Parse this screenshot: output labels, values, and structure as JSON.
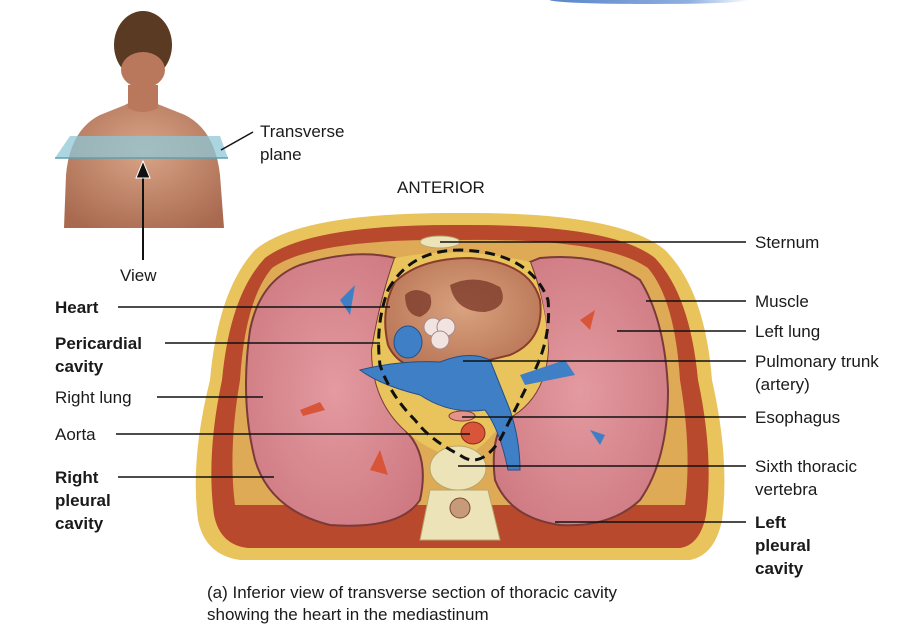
{
  "figure": {
    "orientation_label": "ANTERIOR",
    "caption": "(a) Inferior view of transverse section of thoracic cavity\n     showing the heart in the mediastinum",
    "inset": {
      "plane_label": "Transverse\nplane",
      "view_label": "View"
    },
    "labels_left": [
      {
        "id": "heart",
        "text": "Heart",
        "bold": true
      },
      {
        "id": "pericardial-cavity",
        "text": "Pericardial\ncavity",
        "bold": true
      },
      {
        "id": "right-lung",
        "text": "Right lung",
        "bold": false
      },
      {
        "id": "aorta",
        "text": "Aorta",
        "bold": false
      },
      {
        "id": "right-pleural-cavity",
        "text": "Right\npleural\ncavity",
        "bold": true
      }
    ],
    "labels_right": [
      {
        "id": "sternum",
        "text": "Sternum",
        "bold": false
      },
      {
        "id": "muscle",
        "text": "Muscle",
        "bold": false
      },
      {
        "id": "left-lung",
        "text": "Left lung",
        "bold": false
      },
      {
        "id": "pulmonary-trunk",
        "text": "Pulmonary trunk\n(artery)",
        "bold": false
      },
      {
        "id": "esophagus",
        "text": "Esophagus",
        "bold": false
      },
      {
        "id": "sixth-thoracic-vertebra",
        "text": "Sixth thoracic\nvertebra",
        "bold": false
      },
      {
        "id": "left-pleural-cavity",
        "text": "Left\npleural\ncavity",
        "bold": true
      }
    ],
    "colors": {
      "fat": "#e9c45c",
      "muscle": "#b8492c",
      "lung": "#d9868c",
      "heart": "#c98a6a",
      "vessel_blue": "#3f7fc6",
      "artery_red": "#d9553a",
      "bone": "#ece3b8",
      "plane": "#8fc7d6"
    }
  }
}
